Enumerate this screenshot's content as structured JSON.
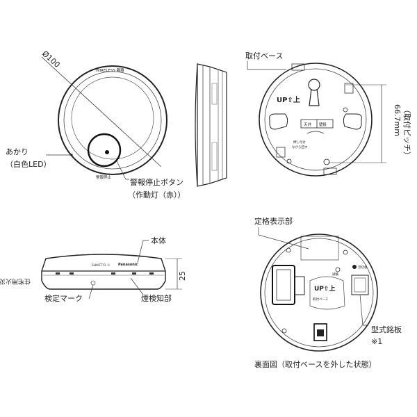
{
  "front_view": {
    "diameter": "Ø100",
    "brand_text": "WIRELESS 親器",
    "button_text": "警報停止",
    "led_label_1": "あかり",
    "led_label_2": "（白色LED）",
    "button_label_1": "警報停止ボタン",
    "button_label_2": "（作動灯（赤））"
  },
  "base_view": {
    "title": "取付ベース",
    "up_mark": "UP⇧上",
    "ceiling_label": "天井",
    "wall_label": "壁掛",
    "turn_text_1": "押し付け",
    "turn_text_2": "ながら回す",
    "pitch_value": "66.7mm",
    "pitch_note": "（取付ピッチ）"
  },
  "side_view": {
    "body_label": "本体",
    "height_value": "25",
    "inspection_label": "検定マーク",
    "smoke_label": "煙検知部",
    "model_text": "SHK6T71 ①",
    "brand_name": "Panasonic",
    "printed_text": "住宅用火災警報器"
  },
  "back_view": {
    "rating_label": "定格表示部",
    "up_mark": "UP⇧上",
    "nameplate_label_1": "型式銘板",
    "nameplate_label_2": "※1",
    "caption": "裏面図（取付ベースを外した状態）",
    "small_text": "取付ベース",
    "switch_label": "音切替",
    "test_label": "試験"
  }
}
